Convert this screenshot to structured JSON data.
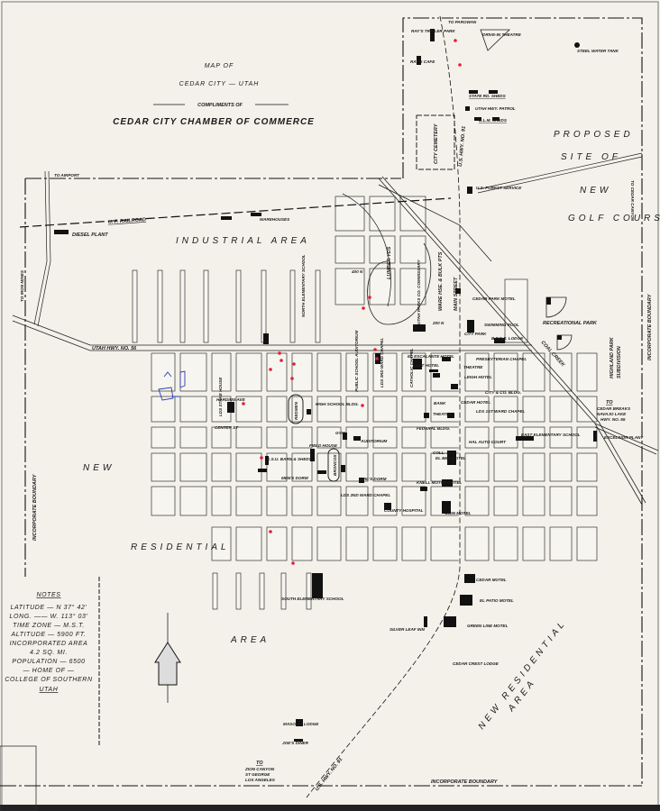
{
  "title": {
    "map_of": "MAP OF",
    "city": "CEDAR CITY — UTAH",
    "compliments": "COMPLIMENTS OF",
    "chamber": "CEDAR CITY CHAMBER OF COMMERCE"
  },
  "notes": {
    "heading": "NOTES",
    "lines": [
      "LATITUDE — N 37° 42'",
      "LONG. —— W. 113° 03'",
      "TIME ZONE — M.S.T.",
      "ALTITUDE — 5900 FT.",
      "INCORPORATED AREA",
      "4.2 SQ. MI.",
      "POPULATION — 6500",
      "— HOME OF —",
      "COLLEGE OF SOUTHERN",
      "UTAH"
    ]
  },
  "areas": {
    "industrial": "INDUSTRIAL AREA",
    "new_w": "NEW",
    "residential_w": "RESIDENTIAL",
    "area_w": "AREA",
    "proposed": "PROPOSED",
    "site_of": "SITE OF",
    "new_golf": "NEW",
    "golf_course": "GOLF COURSE",
    "new_residential_se": "NEW RESIDENTIAL",
    "area_se": "AREA",
    "highland_park": "HIGHLAND PARK",
    "subdivision": "SUBDIVISION"
  },
  "roads": {
    "railroad": "U. P. RAILROAD",
    "utah_hwy": "UTAH HWY. NO. 56",
    "us91_north": "U.S. HWY. NO. 91",
    "us91_south": "U.S. HWY. NO. 91",
    "coal_creek": "COAL CREEK",
    "main_street": "MAIN STREET",
    "center_st": "CENTER ST",
    "boundary_left": "INCORPORATE BOUNDARY",
    "boundary_right": "INCORPORATE BOUNDARY",
    "boundary_bottom": "INCORPORATE BOUNDARY",
    "lumber_yds": "LUMBER YDS",
    "warehouse": "WARE HSE. & BULK PTS",
    "harding_ave": "HARDING AVE",
    "college_ave": "COLL. AVE",
    "st_200": "200 N",
    "st_400": "400 N"
  },
  "directions": {
    "airport": "TO AIRPORT",
    "iron_mines": "TO IRON MINES",
    "parowan": "TO PAROWAN",
    "cedar_canyon": "TO CEDAR CANYON",
    "cedar_breaks_to": "TO",
    "cedar_breaks": "CEDAR BREAKS",
    "navajo_lake": "NAVAJO LAKE",
    "hwy_55": "HWY. NO. 55",
    "zion_to": "TO",
    "zion": "ZION CANYON",
    "st_george": "ST GEORGE",
    "los_angeles": "LOS ANGELES"
  },
  "landmarks": {
    "rays_trailer_park": "RAY'S TRAILER PARK",
    "rays_cafe": "RAY'S CAFE",
    "drive_in": "DRIVE-IN THEATRE",
    "steel_water_tank": "STEEL WATER TANK",
    "state_rd_sheds": "STATE RD. SHEDS",
    "utah_hwy_patrol": "UTAH HWY. PATROL",
    "blm_sheds": "B.L.M. SHEDS",
    "city_cemetery": "CITY CEMETERY",
    "us_forest_service": "U.S. FOREST SERVICE",
    "diesel_plant": "DIESEL PLANT",
    "warehouses": "WAREHOUSES",
    "north_elem": "NORTH ELEMENTARY SCHOOL",
    "utah_parks_commissary": "UTAH PARKS CO. COMMISSARY",
    "cedar_park_motel": "CEDAR PARK MOTEL",
    "swimming_pool": "SWIMMING POOL",
    "city_park": "CITY PARK",
    "bpoe_lodge": "B.P.O.E. LODGE",
    "recreational_park": "RECREATIONAL PARK",
    "el_escalante": "EL ESCALANTE HOTEL",
    "lunt_hotel": "LUNT HOTEL",
    "presbyterian": "PRESBYTERIAN CHAPEL",
    "theatre_n": "THEATRE",
    "leigh_hotel": "LEIGH HOTEL",
    "city_co_bldg": "CITY & CO. BLDG.",
    "catholic": "CATHOLIC CHAPEL",
    "lds_3rd_ward": "LDS 3RD WARD CHAPEL",
    "public_school_aud": "PUBLIC SCHOOL AUDITORIUM",
    "bank": "BANK",
    "cedar_hotel": "CEDAR HOTEL",
    "theatre_s": "THEATRE",
    "lds_1st_ward": "LDS 1ST WARD CHAPEL",
    "federal_bldg": "FEDERAL BLDG.",
    "high_school": "HIGH SCHOOL BLDG.",
    "redmen": "REDMEN",
    "lds_stake_house": "LDS STAKE HOUSE",
    "hal_auto_court": "HAL AUTO COURT",
    "east_elem": "EAST ELEMENTARY SCHOOL",
    "excelsior_plant": "EXCELSIOR PLANT",
    "gym": "GYM",
    "auditorium": "AUDITORIUM",
    "field_house": "FIELD HOUSE",
    "csu_barn": "C.S.U. BARN & SHEDS",
    "mens_dorm": "MEN'S DORM",
    "broncos": "BRONCOS",
    "girls_dorm": "GIRL'S DORM",
    "lds_2nd_ward": "LDS 2ND WARD CHAPEL",
    "county_hospital": "COUNTY HOSPITAL",
    "elbey_motel": "EL BEY MOTEL",
    "knell_motor_hotel": "KNELL MOTOR HOTEL",
    "zion_motel": "ZION MOTEL",
    "cedar_motel": "CEDAR MOTEL",
    "el_patio_motel": "EL PATIO MOTEL",
    "green_line_motel": "GREEN LINE MOTEL",
    "silver_leaf_inn": "SILVER LEAF INN",
    "cedar_crest_lodge": "CEDAR CREST LODGE",
    "south_elem": "SOUTH ELEMENTARY SCHOOL",
    "masonic_lodge": "MASONIC LODGE",
    "joes_diner": "JOE'S DINER"
  },
  "colors": {
    "paper": "#f3f1ea",
    "ink": "#111111",
    "marks": "#e0203a",
    "pen": "#2a3cb0"
  }
}
